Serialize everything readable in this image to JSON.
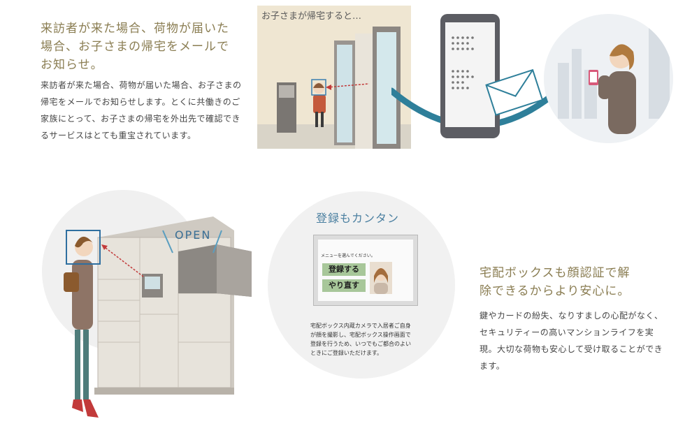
{
  "section_visitor": {
    "heading": "来訪者が来た場合、荷物が届いた場合、お子さまの帰宅をメールでお知らせ。",
    "body": "来訪者が来た場合、荷物が届いた場合、お子さまの帰宅をメールでお知らせします。とくに共働きのご家族にとって、お子さまの帰宅を外出先で確認できるサービスはとても重宝されています。",
    "illustration_caption": "お子さまが帰宅すると…"
  },
  "section_locker": {
    "open_label": "OPEN",
    "register_title": "登録もカンタン",
    "screen": {
      "menu_text": "メニューを選んでください。",
      "register_button": "登録する",
      "redo_button": "やり直す"
    },
    "register_caption": "宅配ボックス内蔵カメラで入居者ご自身が顔を撮影し、宅配ボックス操作画面で登録を行うため、いつでもご都合のよいときにご登録いただけます。",
    "heading": "宅配ボックスも顔認証で解除できるからより安心に。",
    "body": "鍵やカードの紛失、なりすましの心配がなく、セキュリティーの高いマンションライフを実現。大切な荷物も安心して受け取ることができます。"
  },
  "colors": {
    "heading": "#8a7d52",
    "screen_green": "#a8c79a",
    "accent_blue": "#2e7f9a",
    "frame_blue": "#3a7fb0"
  }
}
